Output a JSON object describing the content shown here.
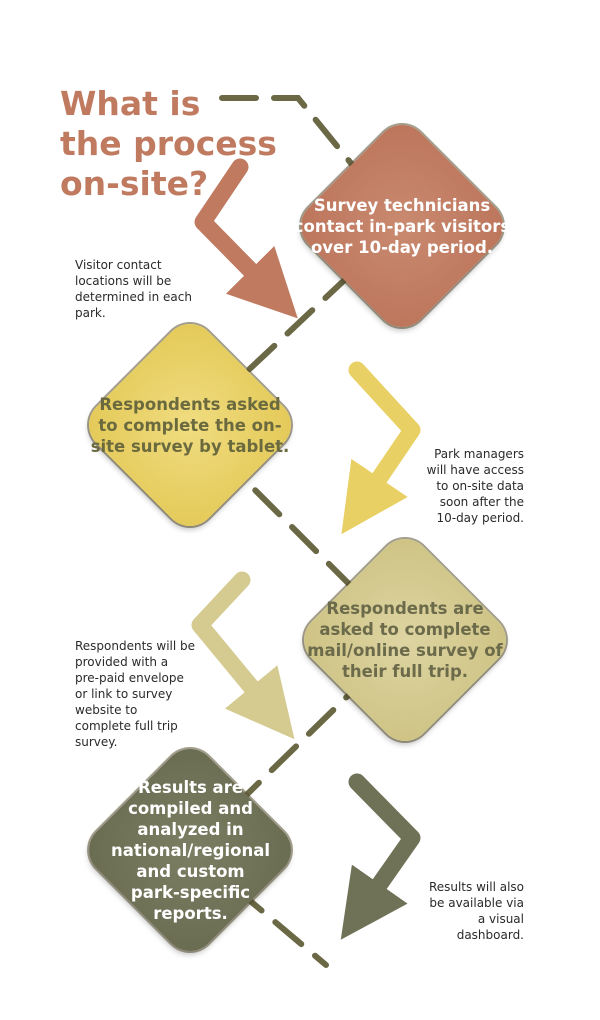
{
  "title": [
    "What is",
    "the process",
    "on-site?"
  ],
  "steps": [
    {
      "text": "Survey technicians contact in-park visitors over 10-day period.",
      "color": "#c07a60",
      "text_color": "#ffffff"
    },
    {
      "text": "Respondents asked to complete the on-site survey by tablet.",
      "color": "#e8d064",
      "text_color": "#6b6a3f"
    },
    {
      "text": "Respondents are asked to complete mail/online survey of their full trip.",
      "color": "#d5cb90",
      "text_color": "#6b6a4a"
    },
    {
      "text": "Results are compiled and analyzed in national/regional and custom park-specific reports.",
      "color": "#6f7257",
      "text_color": "#ffffff"
    }
  ],
  "notes": [
    "Visitor contact locations will be determined in each park.",
    "Park managers will have access to on-site data soon after the 10-day period.",
    "Respondents will be provided with a pre-paid envelope or link to survey website to complete full trip survey.",
    "Results will also be available via a visual dashboard."
  ],
  "line_color": "#6b6845"
}
